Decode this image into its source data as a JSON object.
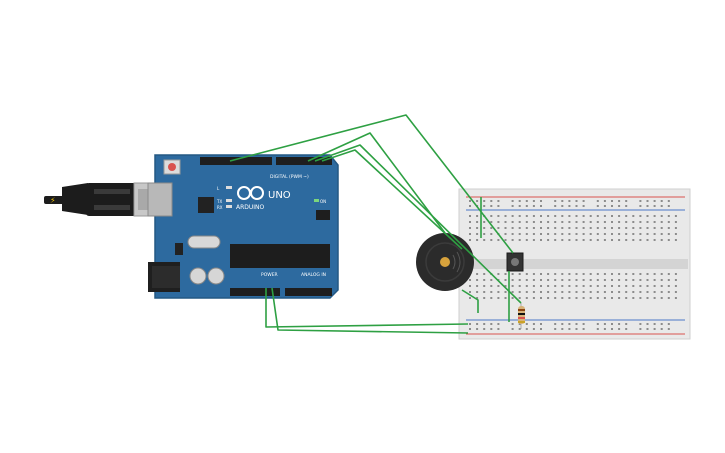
{
  "board": {
    "logo_text": "ARDUINO",
    "model": "UNO",
    "digital_header_label": "DIGITAL (PWM ~)",
    "power_label": "POWER",
    "analog_label": "ANALOG IN",
    "on_label": "ON",
    "tx_label": "TX",
    "rx_label": "RX",
    "l_label": "L"
  },
  "colors": {
    "board": "#2d6a9f",
    "wire": "#2ea043",
    "breadboard": "#e9e9e9",
    "rail_red": "#d9534f",
    "rail_blue": "#4a76c7",
    "buzzer": "#2b2b2b"
  },
  "icons": {
    "usb_cable": "usb-cable-icon",
    "buzzer": "piezo-buzzer-icon",
    "button": "push-button-icon",
    "resistor": "resistor-icon"
  }
}
